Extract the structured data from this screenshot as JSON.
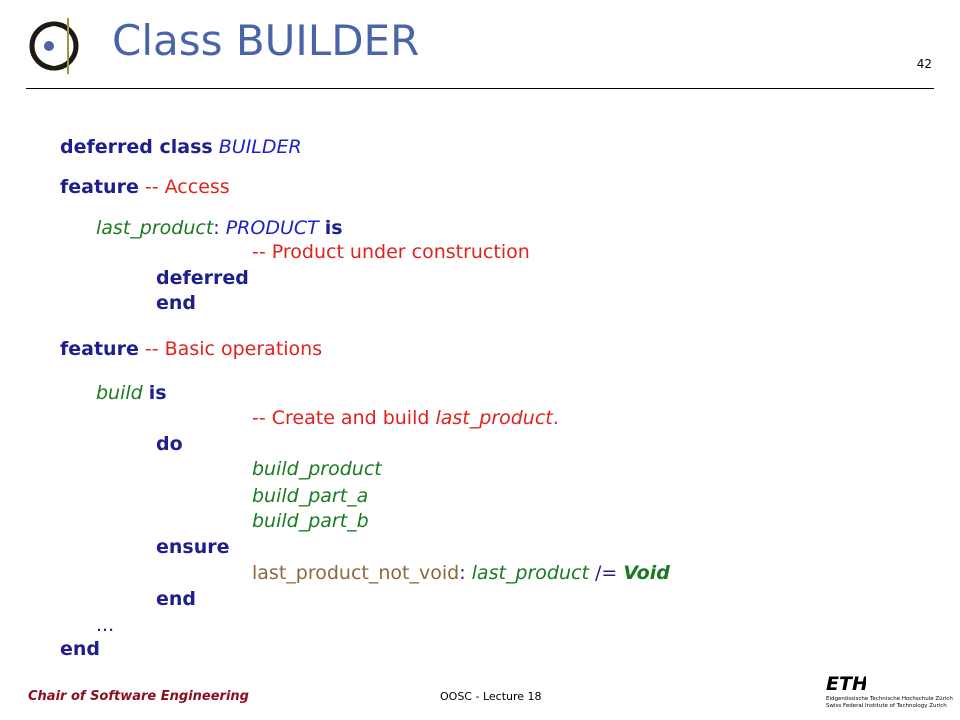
{
  "slide": {
    "title": "Class BUILDER",
    "page_number": "42"
  },
  "code": {
    "l1_kw": "deferred class",
    "l1_ty": "BUILDER",
    "l2_kw": "feature",
    "l2_cm": "-- Access",
    "l3_ft": "last_product",
    "l3_colon": ":",
    "l3_ty": "PRODUCT",
    "l3_kw": "is",
    "l4_cm": "-- Product under construction",
    "l5_kw": "deferred",
    "l6_kw": "end",
    "l7_kw": "feature",
    "l7_cm": "-- Basic operations",
    "l8_ft": "build",
    "l8_kw": "is",
    "l9_cm": "-- Create and build",
    "l9_cm_it": "last_product",
    "l9_dot": ".",
    "l10_kw": "do",
    "l11_ft": "build_product",
    "l12_ft": "build_part_a",
    "l13_ft": "build_part_b",
    "l14_kw": "ensure",
    "l15_tag": "last_product_not_void",
    "l15_colon": ":",
    "l15_ft": "last_product",
    "l15_op": "/=",
    "l15_void": "Void",
    "l16_kw": "end",
    "l17_dots": "...",
    "l18_kw": "end"
  },
  "footer": {
    "chair": "Chair of Software Engineering",
    "lecture": "OOSC - Lecture 18",
    "eth_mark": "ETH",
    "eth_line1": "Eidgenössische Technische Hochschule Zürich",
    "eth_line2": "Swiss Federal Institute of Technology Zurich"
  },
  "colors": {
    "title": "#4a64a8",
    "keyword": "#1f1f8c",
    "type": "#1f1fcc",
    "comment": "#e0221c",
    "feature": "#1a7a22",
    "tag": "#8c6a3a",
    "chair": "#8a1020"
  },
  "icons": {
    "logo": "chair-logo-icon",
    "eth": "eth-logo-icon"
  }
}
